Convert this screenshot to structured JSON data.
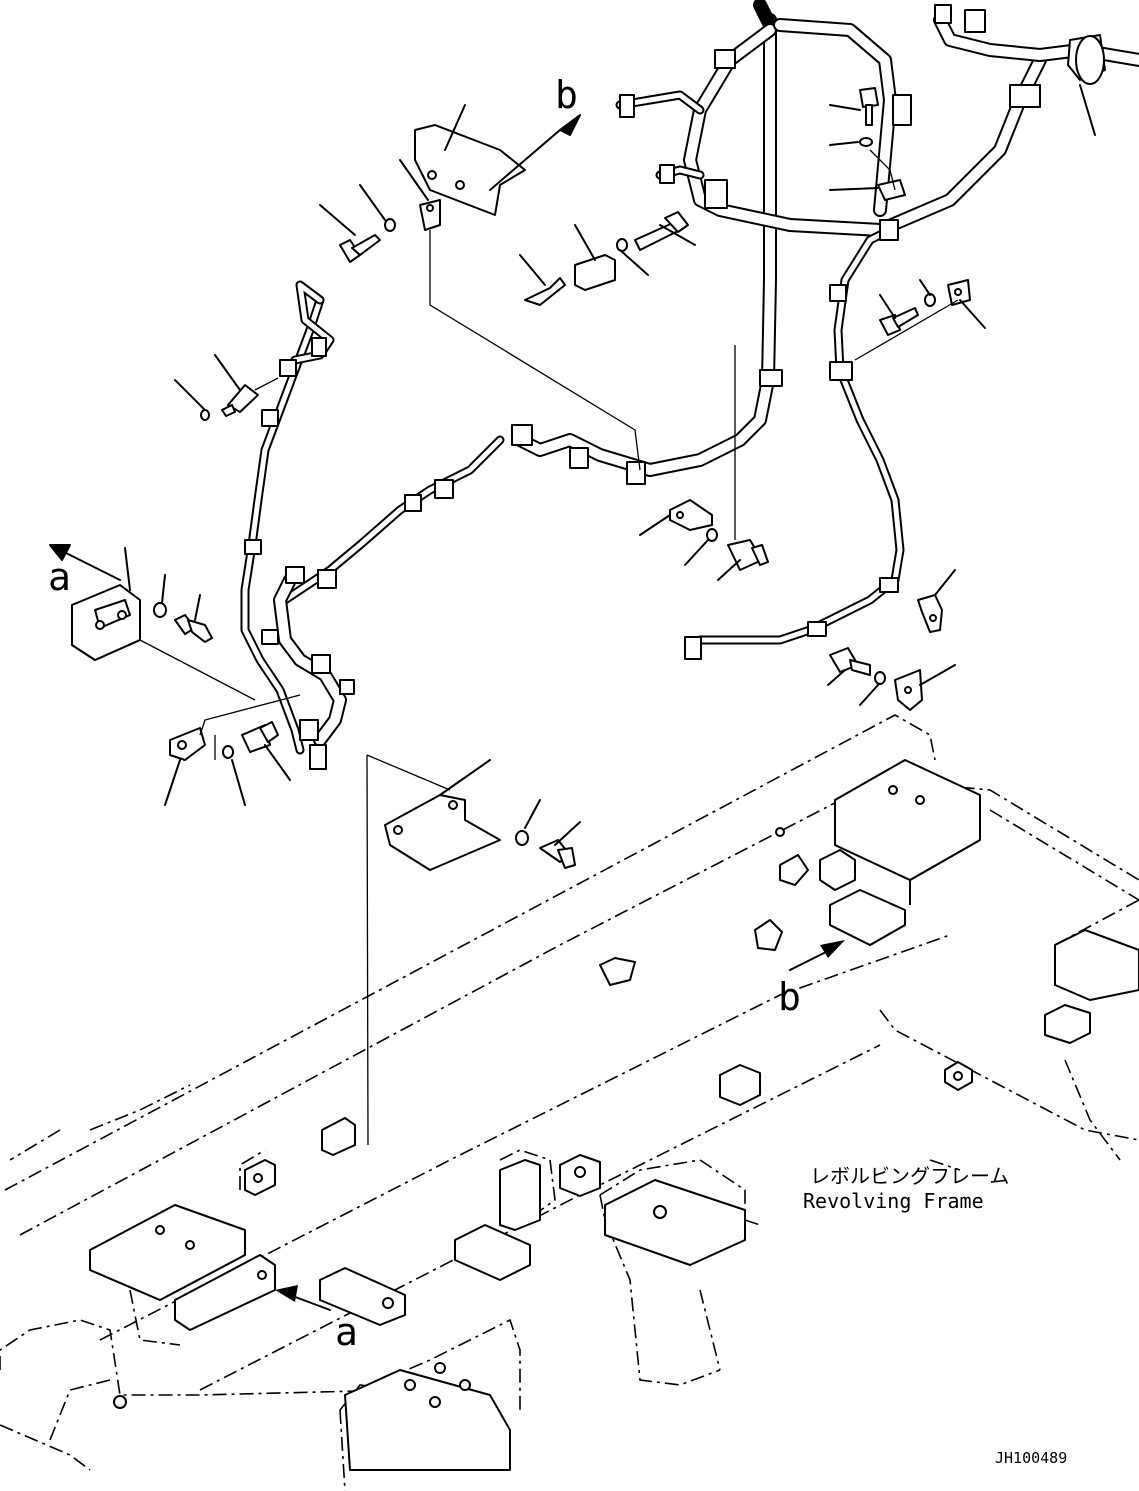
{
  "view_labels": {
    "a_top": "a",
    "b_top": "b",
    "b_bottom": "b",
    "a_bottom": "a"
  },
  "frame_label": {
    "japanese": "レボルビングフレーム",
    "english": "Revolving Frame"
  },
  "drawing_code": "JH100489",
  "colors": {
    "ink": "#000000",
    "paper": "#ffffff"
  }
}
